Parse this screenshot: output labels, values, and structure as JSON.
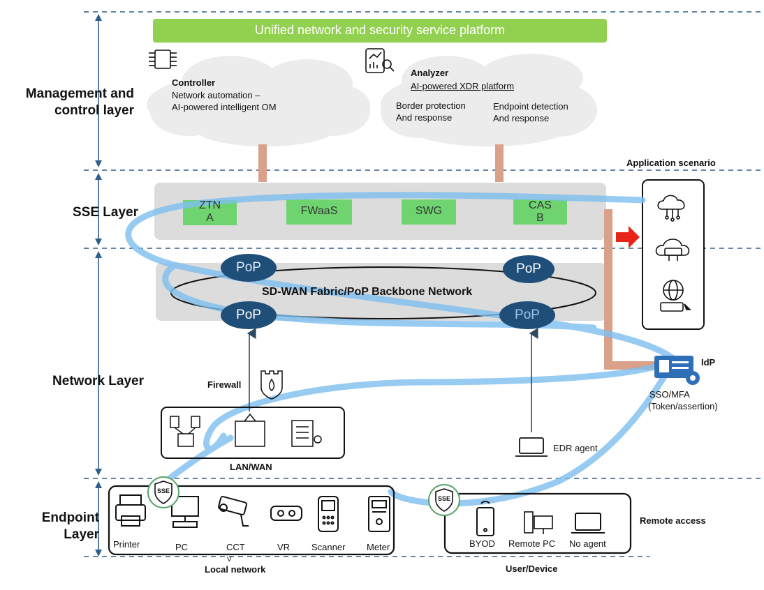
{
  "platform_title": "Unified network and security service platform",
  "layers": {
    "management": [
      "Management and",
      "control layer"
    ],
    "sse": "SSE Layer",
    "network": "Network Layer",
    "endpoint": [
      "Endpoint",
      "Layer"
    ]
  },
  "controller": {
    "title": "Controller",
    "line1": "Network automation –",
    "line2": "AI-powered intelligent OM"
  },
  "analyzer": {
    "title": "Analyzer",
    "subtitle": "AI-powered XDR platform",
    "border_line1": "Border protection",
    "border_line2": "And response",
    "endpoint_line1": "Endpoint detection",
    "endpoint_line2": "And response"
  },
  "sse_modules": {
    "ztna": [
      "ZTN",
      "A"
    ],
    "fwaas": "FWaaS",
    "swg": "SWG",
    "casb": [
      "CAS",
      "B"
    ]
  },
  "network": {
    "backbone_label": "SD-WAN Fabric/PoP Backbone Network",
    "pop_label": "PoP",
    "firewall_label": "Firewall",
    "lanwan_label": "LAN/WAN",
    "edr_label": "EDR agent"
  },
  "application_scenario": "Application scenario",
  "idp": {
    "label": "IdP",
    "sso_line1": "SSO/MFA",
    "sso_line2": "(Token/assertion)"
  },
  "sse_badge": "SSE",
  "local_devices": [
    "Printer",
    "PC",
    "CCT",
    "VR",
    "Scanner",
    "Meter"
  ],
  "local_devices_extra": "V",
  "local_network_label": "Local network",
  "remote_devices": [
    "BYOD",
    "Remote PC",
    "No agent"
  ],
  "user_device_label": "User/Device",
  "remote_access_label": "Remote access",
  "colors": {
    "platform_bar": "#92d050",
    "module_green": "#6fd46f",
    "cloud": "#ececec",
    "panel": "#dcdcdc",
    "pop": "#1f4e79",
    "flow_blue": "#7fbfef",
    "connector_brown": "#d9a08a",
    "arrow_red": "#e8231a",
    "dash_blue": "#2e5f8a"
  },
  "icons": [
    "chip-icon",
    "analytics-icon",
    "cloud-network-icon",
    "saas-icon",
    "www-icon",
    "firewall-icon",
    "building-icon",
    "id-card-icon",
    "gear-icon",
    "laptop-icon",
    "printer-icon",
    "monitor-icon",
    "camera-icon",
    "vr-icon",
    "scanner-icon",
    "meter-icon",
    "phone-icon",
    "shield-icon"
  ]
}
